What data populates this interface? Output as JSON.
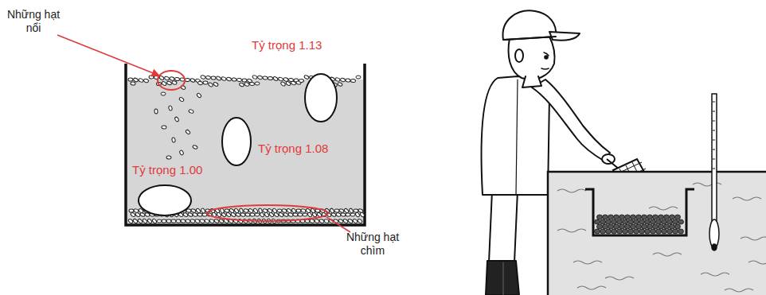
{
  "diagram": {
    "labels": [
      "Những hạt nổi",
      "Tỷ trọng 1.13",
      "Tỷ trọng 1.08",
      "Tỷ trọng 1.00",
      "Những hạt chìm"
    ]
  }
}
